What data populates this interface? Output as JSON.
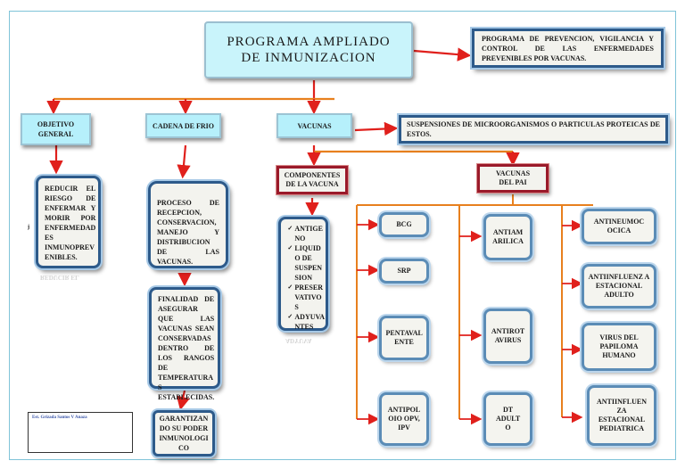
{
  "title": "PROGRAMA AMPLIADO DE INMUNIZACION",
  "definition": "PROGRAMA DE PREVENCION, VIGILANCIA Y CONTROL DE LAS ENFERMEDADES PREVENIBLES POR VACUNAS.",
  "branches": {
    "objetivo": "OBJETIVO GENERAL",
    "cadena": "CADENA DE FRIO",
    "vacunas": "VACUNAS"
  },
  "objetivo_text": "REDUCIR EL RIESGO DE ENFERMAR Y MORIR POR ENFERMEDAD ES INMUNOPREV ENIBLES.",
  "cadena_steps": [
    "PROCESO DE RECEPCION, CONSERVACION, MANEJO Y DISTRIBUCION DE LAS VACUNAS.",
    "FINALIDAD DE ASEGURAR QUE LAS VACUNAS SEAN CONSERVADAS DENTRO DE LOS RANGOS DE TEMPERATURA S ESTABLECIDAS.",
    "GARANTIZAN DO SU PODER INMUNOLOGI CO"
  ],
  "vacunas_def": "SUSPENSIONES DE MICROORGANISMOS O PARTICULAS PROTEICAS DE ESTOS.",
  "componentes": {
    "label": "COMPONENTES DE LA VACUNA",
    "items": [
      "ANTIGE NO",
      "LIQUID O DE SUSPEN SION",
      "PRESER VATIVO S",
      "ADYUVA NTES"
    ]
  },
  "pai": {
    "label": "VACUNAS DEL PAI",
    "col1": [
      "BCG",
      "SRP",
      "PENTAVAL ENTE",
      "ANTIPOL OIO OPV, IPV"
    ],
    "col2": [
      "ANTIAM ARILICA",
      "ANTIROT AVIRUS",
      "DT ADULT O"
    ],
    "col3": [
      "ANTINEUMOC OCICA",
      "ANTIINFLUENZ A ESTACIONAL ADULTO",
      "VIRUS DEL PAPILOMA HUMANO",
      "ANTIINFLUEN ZA ESTACIONAL PEDIATRICA"
    ]
  },
  "credit": "Est. Grizada Santos V Anaza",
  "colors": {
    "arrow": "#e0201c",
    "connector": "#e8801e",
    "accent_dark": "#2d5a8a",
    "accent_red": "#9a1a2a",
    "cyan": "#b6f0fb"
  }
}
